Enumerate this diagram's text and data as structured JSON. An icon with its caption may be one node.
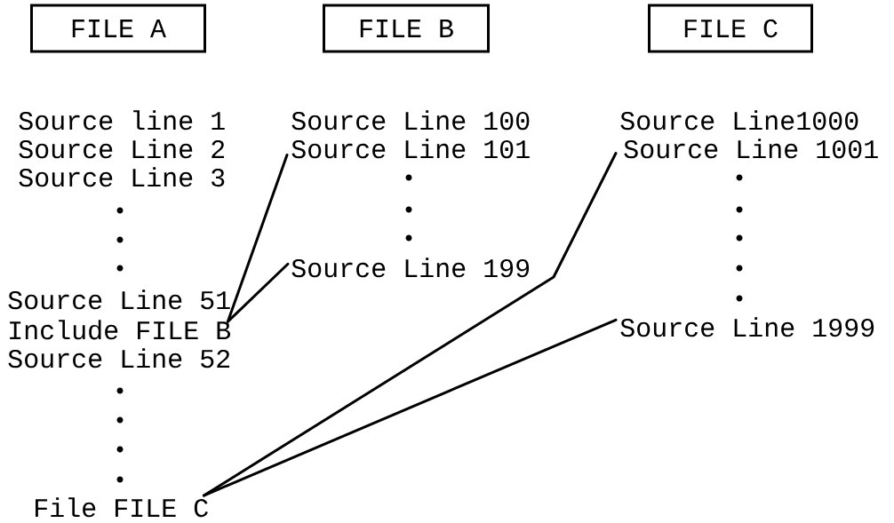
{
  "diagram": {
    "nodes": [
      {
        "text": [
          "FILE A"
        ]
      },
      {
        "text": [
          "FILE B"
        ]
      },
      {
        "text": [
          "FILE C"
        ]
      },
      {
        "text": [
          "Include FILE B"
        ]
      },
      {
        "text": [
          "Source Line 101"
        ]
      },
      {
        "text": [
          "Source Line 199"
        ]
      },
      {
        "text": [
          "File FILE C"
        ]
      },
      {
        "text": [
          "Source Line 1001"
        ]
      },
      {
        "text": [
          "Source Line 1999"
        ]
      }
    ],
    "edges": [
      {
        "from": 3,
        "to": 4,
        "arrow": "none"
      },
      {
        "from": 3,
        "to": 5,
        "arrow": "none"
      },
      {
        "from": 6,
        "to": 7,
        "arrow": "none"
      },
      {
        "from": 6,
        "to": 8,
        "arrow": "none"
      }
    ],
    "labels": [
      "Source line 1",
      "Source Line 100",
      "Source Line1000",
      "Source Line 2",
      "Source Line 3",
      "Source Line 51",
      "Source Line 52"
    ]
  }
}
